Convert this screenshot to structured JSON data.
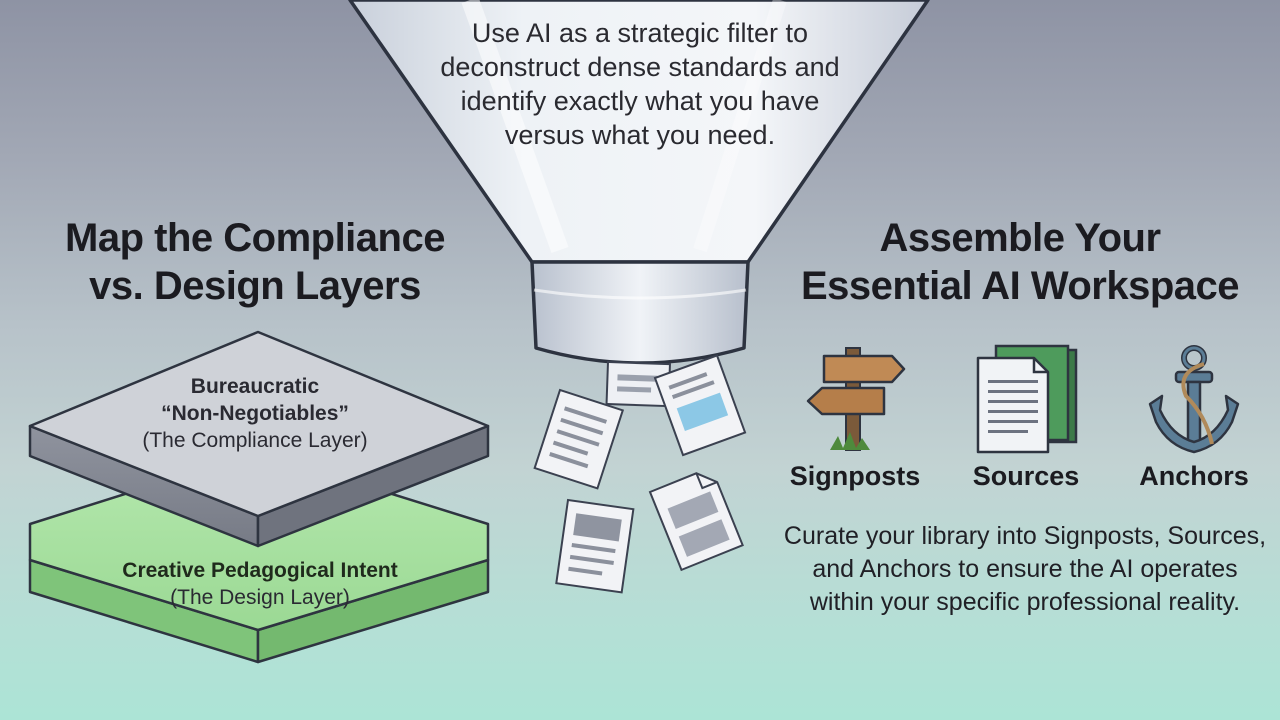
{
  "funnel_text": "Use AI as a strategic filter to deconstruct dense standards and identify exactly what you have versus what you need.",
  "left": {
    "heading_line1": "Map the Compliance",
    "heading_line2": "vs. Design Layers",
    "top_layer_title_line1": "Bureaucratic",
    "top_layer_title_line2": "“Non-Negotiables”",
    "top_layer_subtitle": "(The Compliance Layer)",
    "bottom_layer_title": "Creative Pedagogical Intent",
    "bottom_layer_subtitle": "(The Design Layer)"
  },
  "right": {
    "heading_line1": "Assemble Your",
    "heading_line2": "Essential AI Workspace",
    "icons": [
      {
        "label": "Signposts",
        "icon": "signpost-icon"
      },
      {
        "label": "Sources",
        "icon": "documents-icon"
      },
      {
        "label": "Anchors",
        "icon": "anchor-icon"
      }
    ],
    "description": "Curate your library into Signposts, Sources, and Anchors to ensure the AI operates within your specific professional reality."
  },
  "colors": {
    "compliance_layer": "#c9ccd2",
    "design_layer": "#9fdc9a",
    "outline": "#2e3440"
  }
}
